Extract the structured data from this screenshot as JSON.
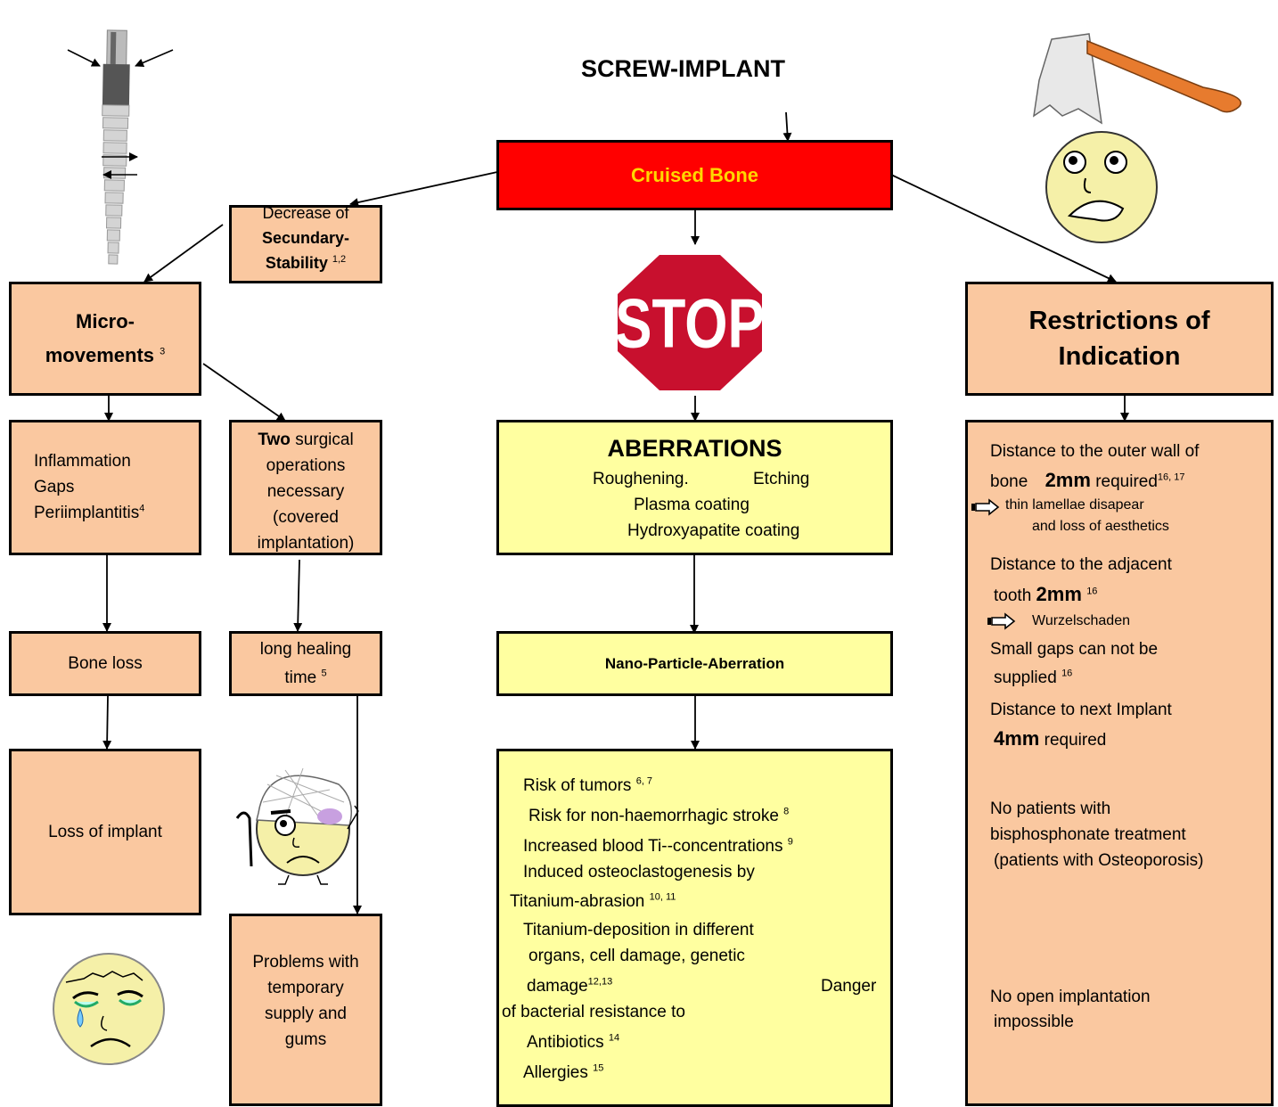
{
  "title": "SCREW-IMPLANT",
  "cruised_bone": "Cruised Bone",
  "stop_sign": "STOP",
  "decrease": {
    "line1": "Decrease of",
    "line2": "Secundary-",
    "line3": "Stability",
    "ref": "1,2"
  },
  "micro": {
    "line1": "Micro-",
    "line2": "movements",
    "ref": "3"
  },
  "restrictions": {
    "line1": "Restrictions of",
    "line2": "Indication"
  },
  "inflammation": {
    "line1": "Inflammation",
    "line2": "Gaps",
    "line3": "Periimplantitis",
    "ref": "4"
  },
  "two_ops": {
    "bold": "Two",
    "line1": " surgical",
    "line2": "operations",
    "line3": "necessary",
    "line4": "(covered",
    "line5": "implantation)"
  },
  "aberrations": {
    "heading": "ABERRATIONS",
    "line1a": "Roughening.",
    "line1b": "Etching",
    "line2": "Plasma coating",
    "line3": "Hydroxyapatite coating"
  },
  "bone_loss": "Bone loss",
  "healing": {
    "line1": "long healing",
    "line2": "time",
    "ref": "5"
  },
  "nano": "Nano-Particle-Aberration",
  "loss_implant": "Loss of implant",
  "problems": {
    "line1": "Problems with",
    "line2": "temporary",
    "line3": "supply and",
    "line4": "gums"
  },
  "risks": {
    "r1": "Risk of tumors",
    "r1ref": "6, 7",
    "r2": "Risk for non-haemorrhagic stroke",
    "r2ref": "8",
    "r3": "Increased blood Ti--concentrations",
    "r3ref": "9",
    "r4a": "Induced osteoclastogenesis by",
    "r4b": "Titanium-abrasion",
    "r4ref": "10, 11",
    "r5a": "Titanium-deposition in different",
    "r5b": "organs, cell damage, genetic",
    "r5c": "damage",
    "r5ref": "12,13",
    "r6a": "Danger",
    "r6b": "of bacterial resistance to",
    "r6c": "Antibiotics",
    "r6ref": "14",
    "r7": "Allergies",
    "r7ref": "15"
  },
  "restr_list": {
    "a1": "Distance to the outer wall of",
    "a2a": "bone",
    "a2b": "2mm",
    "a2c": "required",
    "a2ref": "16, 17",
    "a3": "thin lamellae disapear",
    "a4": "and loss of aesthetics",
    "b1": "Distance to the adjacent",
    "b2a": "tooth",
    "b2b": "2mm",
    "b2ref": "16",
    "b3": "Wurzelschaden",
    "c1": "Small gaps can not be",
    "c2": "supplied",
    "c2ref": "16",
    "d1": "Distance to next Implant",
    "d2a": "4mm",
    "d2b": "required",
    "e1": "No patients with",
    "e2": "bisphosphonate treatment",
    "e3": "(patients with Osteoporosis)",
    "f1": "No open implantation",
    "f2": "impossible"
  },
  "colors": {
    "peach": "#FAC8A0",
    "yellow": "#FFFFA0",
    "red": "#FF0000",
    "title_text": "#FFD700",
    "face": "#F5F0A8"
  }
}
